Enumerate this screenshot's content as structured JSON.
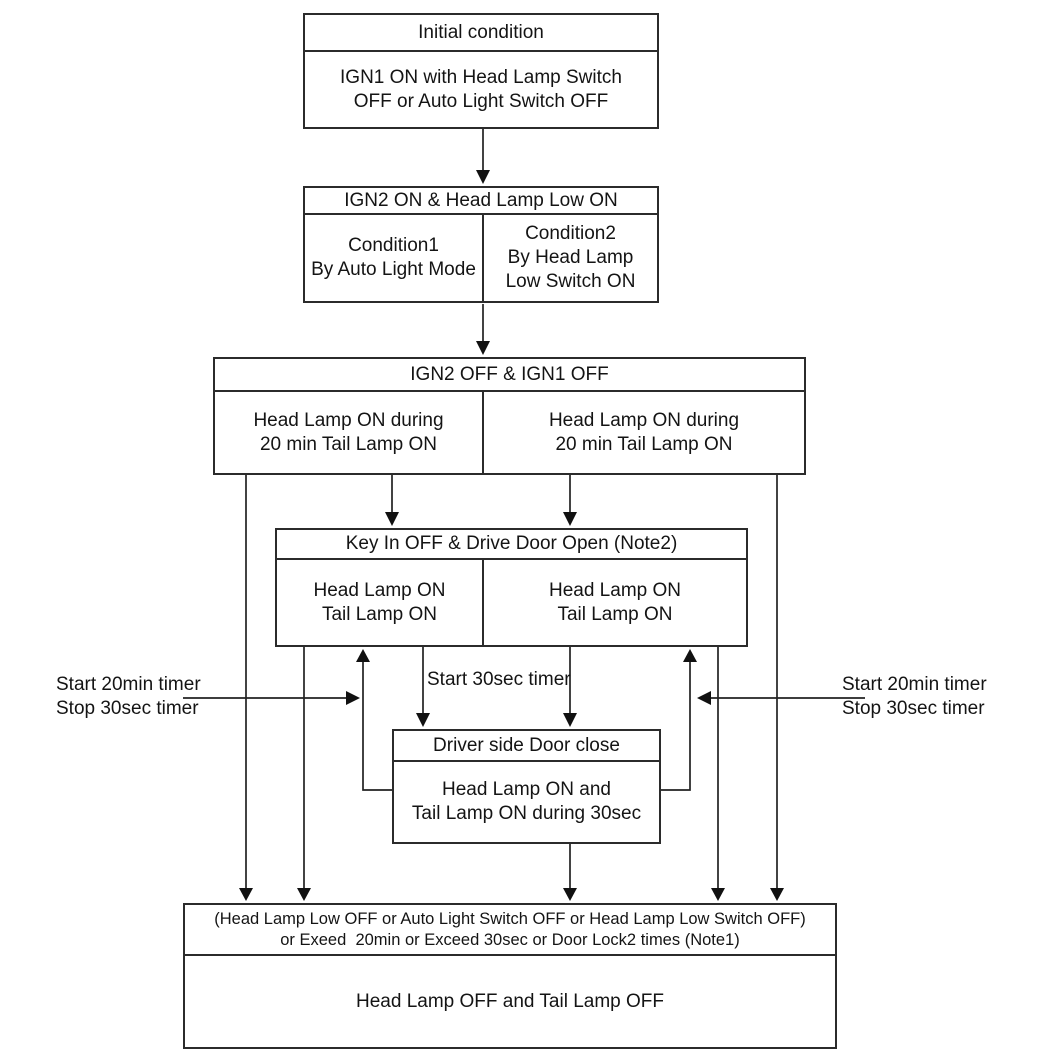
{
  "diagram": {
    "title_semantic": "Head lamp escort function flowchart",
    "boxes": {
      "initial": {
        "header": "Initial condition",
        "body": "IGN1 ON with Head Lamp Switch\nOFF or Auto Light Switch OFF"
      },
      "ign2_on": {
        "header": "IGN2 ON & Head Lamp Low ON",
        "left_cell": "Condition1\nBy Auto Light Mode",
        "right_cell": "Condition2\nBy Head Lamp\nLow Switch ON"
      },
      "ign_off": {
        "header": "IGN2 OFF & IGN1 OFF",
        "left_cell": "Head Lamp ON during\n20 min Tail Lamp ON",
        "right_cell": "Head Lamp ON during\n20 min Tail Lamp ON"
      },
      "key_in": {
        "header": "Key In OFF & Drive Door Open (Note2)",
        "left_cell": "Head Lamp ON\nTail Lamp ON",
        "right_cell": "Head Lamp ON\nTail Lamp ON"
      },
      "door_close": {
        "header": "Driver side Door close",
        "body": "Head Lamp ON and\nTail Lamp ON during 30sec"
      },
      "lamp_off": {
        "header": "(Head Lamp Low OFF or Auto Light Switch OFF or Head Lamp Low Switch OFF)\nor Exeed  20min or Exceed 30sec or Door Lock2 times (Note1)",
        "body": "Head Lamp OFF and Tail Lamp OFF"
      }
    },
    "labels": {
      "left_timer": "Start 20min timer\nStop 30sec timer",
      "mid_timer": "Start 30sec timer",
      "right_timer": "Start 20min timer\nStop 30sec timer"
    },
    "colors": {
      "background": "#ffffff",
      "line": "#222222",
      "box_border": "#2b2b2b",
      "text": "#141414"
    }
  }
}
